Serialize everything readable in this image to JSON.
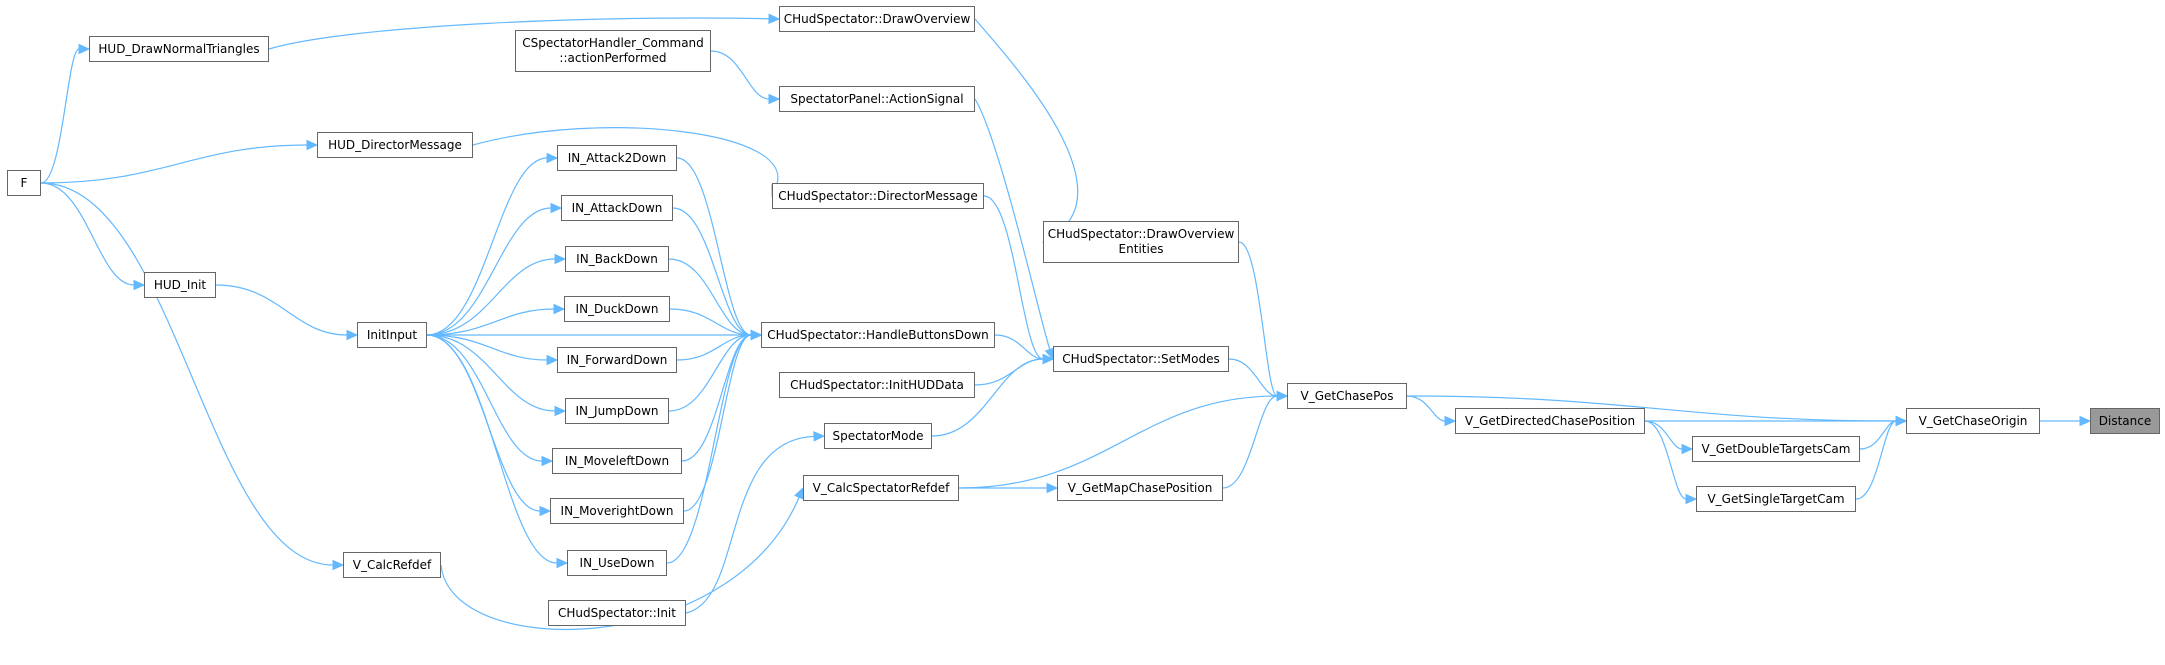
{
  "diagram": {
    "type": "call-graph",
    "edge_color": "#63b8ff",
    "node_border": "#666666",
    "highlight_fill": "#999999",
    "nodes": [
      {
        "id": "distance",
        "lines": [
          "Distance"
        ],
        "highlight": true
      },
      {
        "id": "v_getchaseorigin",
        "lines": [
          "V_GetChaseOrigin"
        ]
      },
      {
        "id": "v_getdoubletargetscam",
        "lines": [
          "V_GetDoubleTargetsCam"
        ]
      },
      {
        "id": "v_getsingletargetcam",
        "lines": [
          "V_GetSingleTargetCam"
        ]
      },
      {
        "id": "v_getdirectedchaseposition",
        "lines": [
          "V_GetDirectedChasePosition"
        ]
      },
      {
        "id": "v_getchasepos",
        "lines": [
          "V_GetChasePos"
        ]
      },
      {
        "id": "v_getmapchaseposition",
        "lines": [
          "V_GetMapChasePosition"
        ]
      },
      {
        "id": "chudspectator_drawoverviewentities",
        "lines": [
          "CHudSpectator::DrawOverview",
          "Entities"
        ]
      },
      {
        "id": "chudspectator_setmodes",
        "lines": [
          "CHudSpectator::SetModes"
        ]
      },
      {
        "id": "chudspectator_drawoverview",
        "lines": [
          "CHudSpectator::DrawOverview"
        ]
      },
      {
        "id": "cspectatorhandler_actionperformed",
        "lines": [
          "CSpectatorHandler_Command",
          "::actionPerformed"
        ]
      },
      {
        "id": "spectatorpanel_actionsignal",
        "lines": [
          "SpectatorPanel::ActionSignal"
        ]
      },
      {
        "id": "chudspectator_directormessage",
        "lines": [
          "CHudSpectator::DirectorMessage"
        ]
      },
      {
        "id": "chudspectator_handlebuttonsdown",
        "lines": [
          "CHudSpectator::HandleButtonsDown"
        ]
      },
      {
        "id": "chudspectator_inithuddata",
        "lines": [
          "CHudSpectator::InitHUDData"
        ]
      },
      {
        "id": "spectatormode",
        "lines": [
          "SpectatorMode"
        ]
      },
      {
        "id": "v_calcspectatorrefdef",
        "lines": [
          "V_CalcSpectatorRefdef"
        ]
      },
      {
        "id": "chudspectator_init",
        "lines": [
          "CHudSpectator::Init"
        ]
      },
      {
        "id": "in_attack2down",
        "lines": [
          "IN_Attack2Down"
        ]
      },
      {
        "id": "in_attackdown",
        "lines": [
          "IN_AttackDown"
        ]
      },
      {
        "id": "in_backdown",
        "lines": [
          "IN_BackDown"
        ]
      },
      {
        "id": "in_duckdown",
        "lines": [
          "IN_DuckDown"
        ]
      },
      {
        "id": "in_forwarddown",
        "lines": [
          "IN_ForwardDown"
        ]
      },
      {
        "id": "in_jumpdown",
        "lines": [
          "IN_JumpDown"
        ]
      },
      {
        "id": "in_moveleftdown",
        "lines": [
          "IN_MoveleftDown"
        ]
      },
      {
        "id": "in_moverightdown",
        "lines": [
          "IN_MoverightDown"
        ]
      },
      {
        "id": "in_usedown",
        "lines": [
          "IN_UseDown"
        ]
      },
      {
        "id": "initinput",
        "lines": [
          "InitInput"
        ]
      },
      {
        "id": "hud_init",
        "lines": [
          "HUD_Init"
        ]
      },
      {
        "id": "hud_directormessage",
        "lines": [
          "HUD_DirectorMessage"
        ]
      },
      {
        "id": "hud_drawnormaltriangles",
        "lines": [
          "HUD_DrawNormalTriangles"
        ]
      },
      {
        "id": "v_calcrefdef",
        "lines": [
          "V_CalcRefdef"
        ]
      },
      {
        "id": "f",
        "lines": [
          "F"
        ]
      }
    ],
    "edges": [
      {
        "from": "v_getchaseorigin",
        "to": "distance"
      },
      {
        "from": "v_getdoubletargetscam",
        "to": "v_getchaseorigin"
      },
      {
        "from": "v_getsingletargetcam",
        "to": "v_getchaseorigin"
      },
      {
        "from": "v_getdirectedchaseposition",
        "to": "v_getchaseorigin"
      },
      {
        "from": "v_getchasepos",
        "to": "v_getchaseorigin"
      },
      {
        "from": "v_getdirectedchaseposition",
        "to": "v_getdoubletargetscam"
      },
      {
        "from": "v_getdirectedchaseposition",
        "to": "v_getsingletargetcam"
      },
      {
        "from": "v_getchasepos",
        "to": "v_getdirectedchaseposition"
      },
      {
        "from": "chudspectator_drawoverviewentities",
        "to": "v_getchasepos"
      },
      {
        "from": "chudspectator_setmodes",
        "to": "v_getchasepos"
      },
      {
        "from": "v_calcspectatorrefdef",
        "to": "v_getchasepos"
      },
      {
        "from": "v_getmapchaseposition",
        "to": "v_getchasepos"
      },
      {
        "from": "v_calcspectatorrefdef",
        "to": "v_getmapchaseposition"
      },
      {
        "from": "chudspectator_drawoverview",
        "to": "chudspectator_drawoverviewentities"
      },
      {
        "from": "hud_drawnormaltriangles",
        "to": "chudspectator_drawoverview"
      },
      {
        "from": "spectatorpanel_actionsignal",
        "to": "chudspectator_setmodes"
      },
      {
        "from": "cspectatorhandler_actionperformed",
        "to": "spectatorpanel_actionsignal"
      },
      {
        "from": "chudspectator_directormessage",
        "to": "chudspectator_setmodes"
      },
      {
        "from": "hud_directormessage",
        "to": "chudspectator_directormessage"
      },
      {
        "from": "chudspectator_handlebuttonsdown",
        "to": "chudspectator_setmodes"
      },
      {
        "from": "chudspectator_inithuddata",
        "to": "chudspectator_setmodes"
      },
      {
        "from": "spectatormode",
        "to": "chudspectator_setmodes"
      },
      {
        "from": "chudspectator_init",
        "to": "spectatormode"
      },
      {
        "from": "in_attack2down",
        "to": "chudspectator_handlebuttonsdown"
      },
      {
        "from": "in_attackdown",
        "to": "chudspectator_handlebuttonsdown"
      },
      {
        "from": "in_backdown",
        "to": "chudspectator_handlebuttonsdown"
      },
      {
        "from": "in_duckdown",
        "to": "chudspectator_handlebuttonsdown"
      },
      {
        "from": "in_forwarddown",
        "to": "chudspectator_handlebuttonsdown"
      },
      {
        "from": "in_jumpdown",
        "to": "chudspectator_handlebuttonsdown"
      },
      {
        "from": "in_moveleftdown",
        "to": "chudspectator_handlebuttonsdown"
      },
      {
        "from": "in_moverightdown",
        "to": "chudspectator_handlebuttonsdown"
      },
      {
        "from": "in_usedown",
        "to": "chudspectator_handlebuttonsdown"
      },
      {
        "from": "initinput",
        "to": "in_attack2down"
      },
      {
        "from": "initinput",
        "to": "in_attackdown"
      },
      {
        "from": "initinput",
        "to": "in_backdown"
      },
      {
        "from": "initinput",
        "to": "in_duckdown"
      },
      {
        "from": "initinput",
        "to": "in_forwarddown"
      },
      {
        "from": "initinput",
        "to": "in_jumpdown"
      },
      {
        "from": "initinput",
        "to": "in_moveleftdown"
      },
      {
        "from": "initinput",
        "to": "in_moverightdown"
      },
      {
        "from": "initinput",
        "to": "in_usedown"
      },
      {
        "from": "initinput",
        "to": "chudspectator_handlebuttonsdown"
      },
      {
        "from": "hud_init",
        "to": "initinput"
      },
      {
        "from": "f",
        "to": "hud_init"
      },
      {
        "from": "f",
        "to": "hud_directormessage"
      },
      {
        "from": "f",
        "to": "hud_drawnormaltriangles"
      },
      {
        "from": "f",
        "to": "v_calcrefdef"
      },
      {
        "from": "v_calcrefdef",
        "to": "v_calcspectatorrefdef"
      }
    ]
  }
}
